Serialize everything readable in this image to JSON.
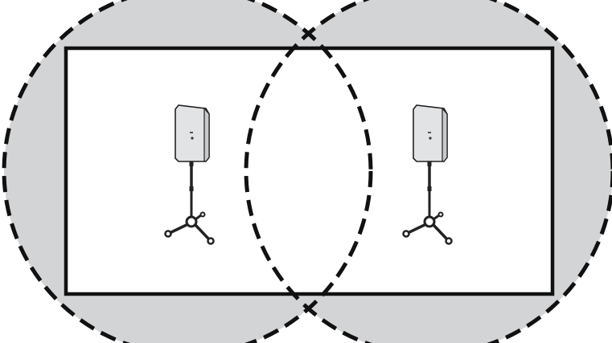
{
  "diagram": {
    "description_labels": [],
    "colors": {
      "background": "#ffffff",
      "coverage_fill": "#d3d4d6",
      "outline": "#111111",
      "speaker_body": "#e2e3e5",
      "speaker_shade": "#c9cacc",
      "stand": "#222222"
    },
    "elements": {
      "room": "room-rectangle",
      "coverage_areas": [
        "coverage-area-left",
        "coverage-area-right"
      ],
      "speakers": [
        "speaker-left",
        "speaker-right"
      ]
    }
  }
}
